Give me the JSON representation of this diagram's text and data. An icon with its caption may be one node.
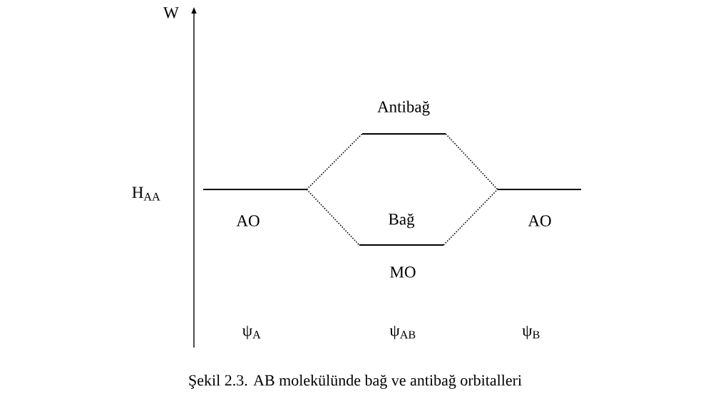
{
  "diagram": {
    "caption": "Şekil 2.3. AB molekülünde bağ ve antibağ orbitalleri",
    "nodes": [
      {
        "text": [],
        "shape": "bar",
        "beside": [
          "AO"
        ]
      },
      {
        "text": [],
        "shape": "bar",
        "beside": [
          "Antibağ"
        ]
      },
      {
        "text": [],
        "shape": "bar",
        "beside": [
          "Bağ"
        ]
      },
      {
        "text": [],
        "shape": "bar",
        "beside": [
          "AO"
        ]
      }
    ],
    "edges": [
      {
        "from": 0,
        "to": 1,
        "arrow": "none"
      },
      {
        "from": 0,
        "to": 2,
        "arrow": "none"
      },
      {
        "from": 1,
        "to": 3,
        "arrow": "none"
      },
      {
        "from": 2,
        "to": 3,
        "arrow": "none"
      }
    ],
    "labels": [
      "W",
      "H$_{AA}$",
      "MO",
      "ψ$_{A}$",
      "ψ$_{AB}$",
      "ψ$_{B}$"
    ]
  }
}
